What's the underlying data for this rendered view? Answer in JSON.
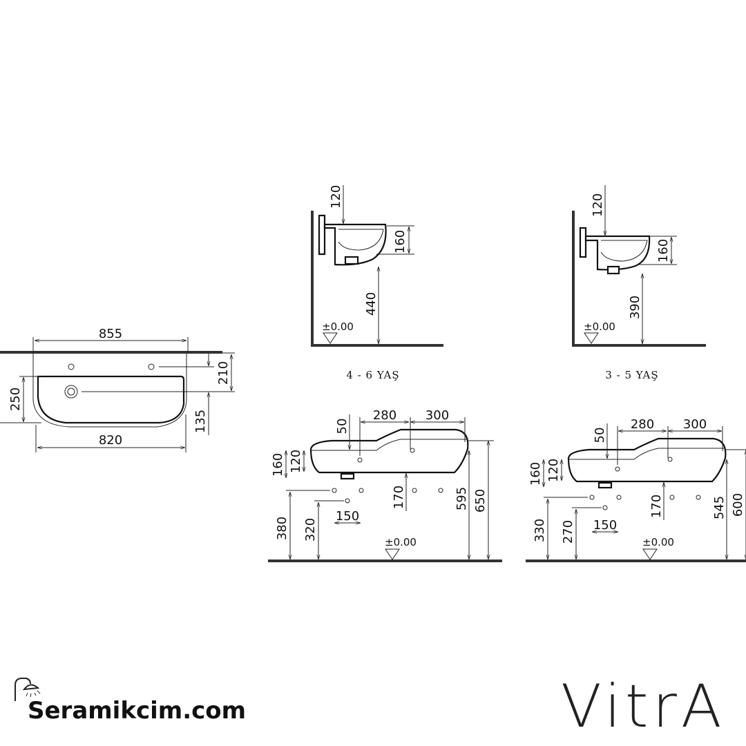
{
  "top_view": {
    "width_overall": "855",
    "width_bowl": "820",
    "depth_taps": "210",
    "depth_drain": "135",
    "bowl_depth": "250"
  },
  "side_view_1": {
    "caption": "4 - 6 YAŞ",
    "d_top": "120",
    "d_height": "160",
    "d_floor": "440",
    "level": "±0.00"
  },
  "side_view_2": {
    "caption": "3 - 5 YAŞ",
    "d_top": "120",
    "d_height": "160",
    "d_floor": "390",
    "level": "±0.00"
  },
  "front_view_1": {
    "d_280": "280",
    "d_300": "300",
    "d_50": "50",
    "d_160": "160",
    "d_120": "120",
    "d_170": "170",
    "d_150": "150",
    "d_380": "380",
    "d_320": "320",
    "d_595": "595",
    "d_650": "650",
    "level": "±0.00"
  },
  "front_view_2": {
    "d_280": "280",
    "d_300": "300",
    "d_50": "50",
    "d_160": "160",
    "d_120": "120",
    "d_170": "170",
    "d_150": "150",
    "d_330": "330",
    "d_270": "270",
    "d_545": "545",
    "d_600": "600",
    "level": "±0.00"
  },
  "footer": {
    "site": "Seramikcim.com",
    "brand": "VitrA",
    "site_icon": "shower-icon"
  }
}
